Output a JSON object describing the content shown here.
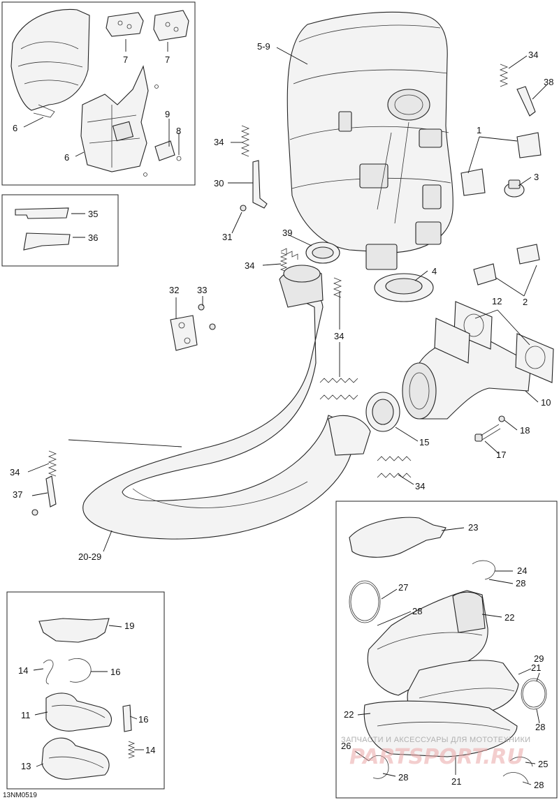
{
  "diagram": {
    "code": "13NM0519",
    "watermark_text": "ЗАПЧАСТИ И АКСЕССУАРЫ ДЛЯ МОТОТЕХНИКИ",
    "watermark_logo": "PARTSPORT.RU",
    "callouts": {
      "c7a": "7",
      "c7b": "7",
      "c6a": "6",
      "c6b": "6",
      "c9": "9",
      "c8": "8",
      "c35": "35",
      "c36": "36",
      "c5_9": "5-9",
      "c34_top": "34",
      "c38": "38",
      "c1": "1",
      "c3": "3",
      "c34_spring": "34",
      "c30": "30",
      "c31": "31",
      "c39": "39",
      "c34_mid": "34",
      "c4": "4",
      "c2": "2",
      "c32": "32",
      "c33": "33",
      "c34_pair": "34",
      "c12": "12",
      "c10": "10",
      "c18": "18",
      "c17": "17",
      "c15": "15",
      "c34_lower": "34",
      "c34_left": "34",
      "c37": "37",
      "c20_29": "20-29",
      "c19": "19",
      "c14a": "14",
      "c16a": "16",
      "c11": "11",
      "c16b": "16",
      "c13": "13",
      "c14b": "14",
      "c23": "23",
      "c24": "24",
      "c28a": "28",
      "c27": "27",
      "c28b": "28",
      "c22a": "22",
      "c21a": "21",
      "c29": "29",
      "c28c": "28",
      "c22b": "22",
      "c26": "26",
      "c28d": "28",
      "c21b": "21",
      "c25": "25",
      "c28e": "28"
    }
  }
}
